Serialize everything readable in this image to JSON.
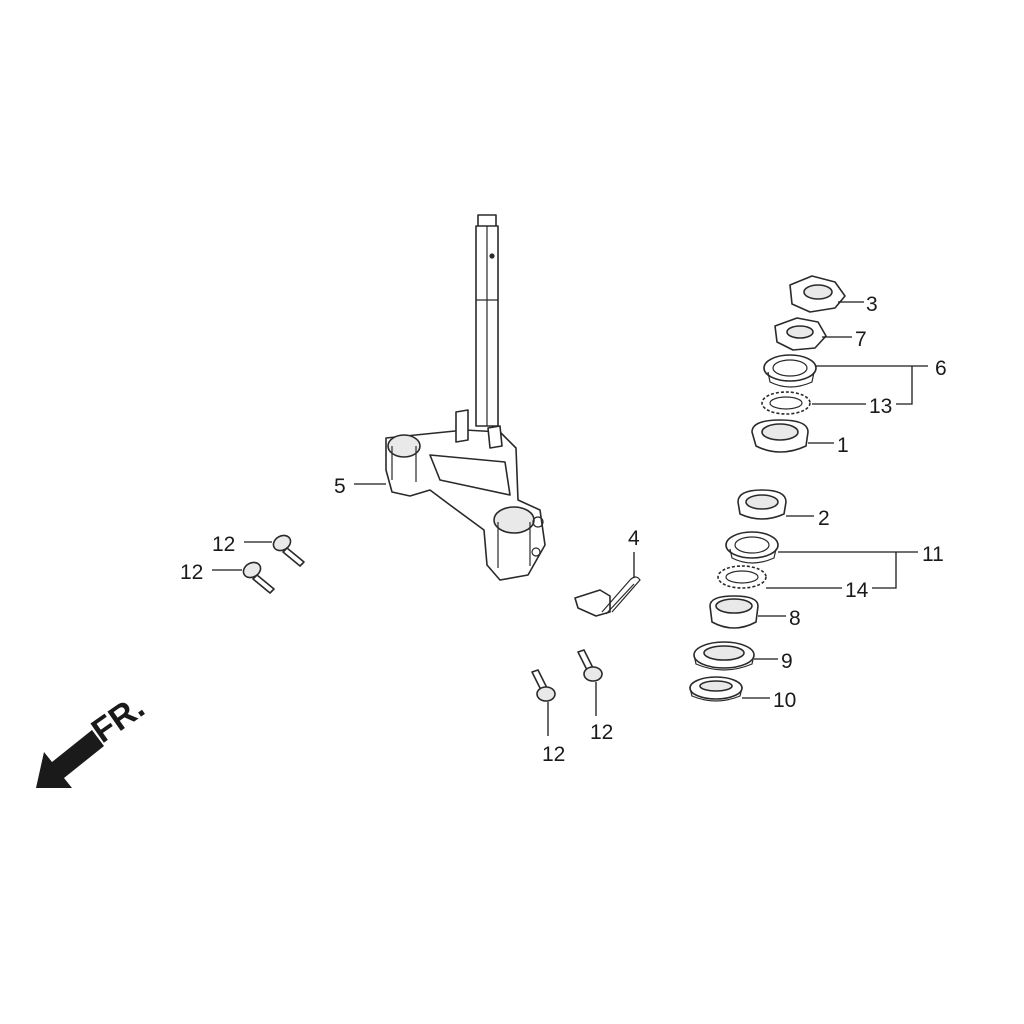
{
  "callouts": {
    "c1": "1",
    "c2": "2",
    "c3": "3",
    "c4": "4",
    "c5": "5",
    "c6": "6",
    "c7": "7",
    "c8": "8",
    "c9": "9",
    "c10": "10",
    "c11": "11",
    "c12a": "12",
    "c12b": "12",
    "c12c": "12",
    "c12d": "12",
    "c13": "13",
    "c14": "14"
  },
  "direction": {
    "label": "FR.",
    "icon": "arrow-down-left-icon"
  }
}
